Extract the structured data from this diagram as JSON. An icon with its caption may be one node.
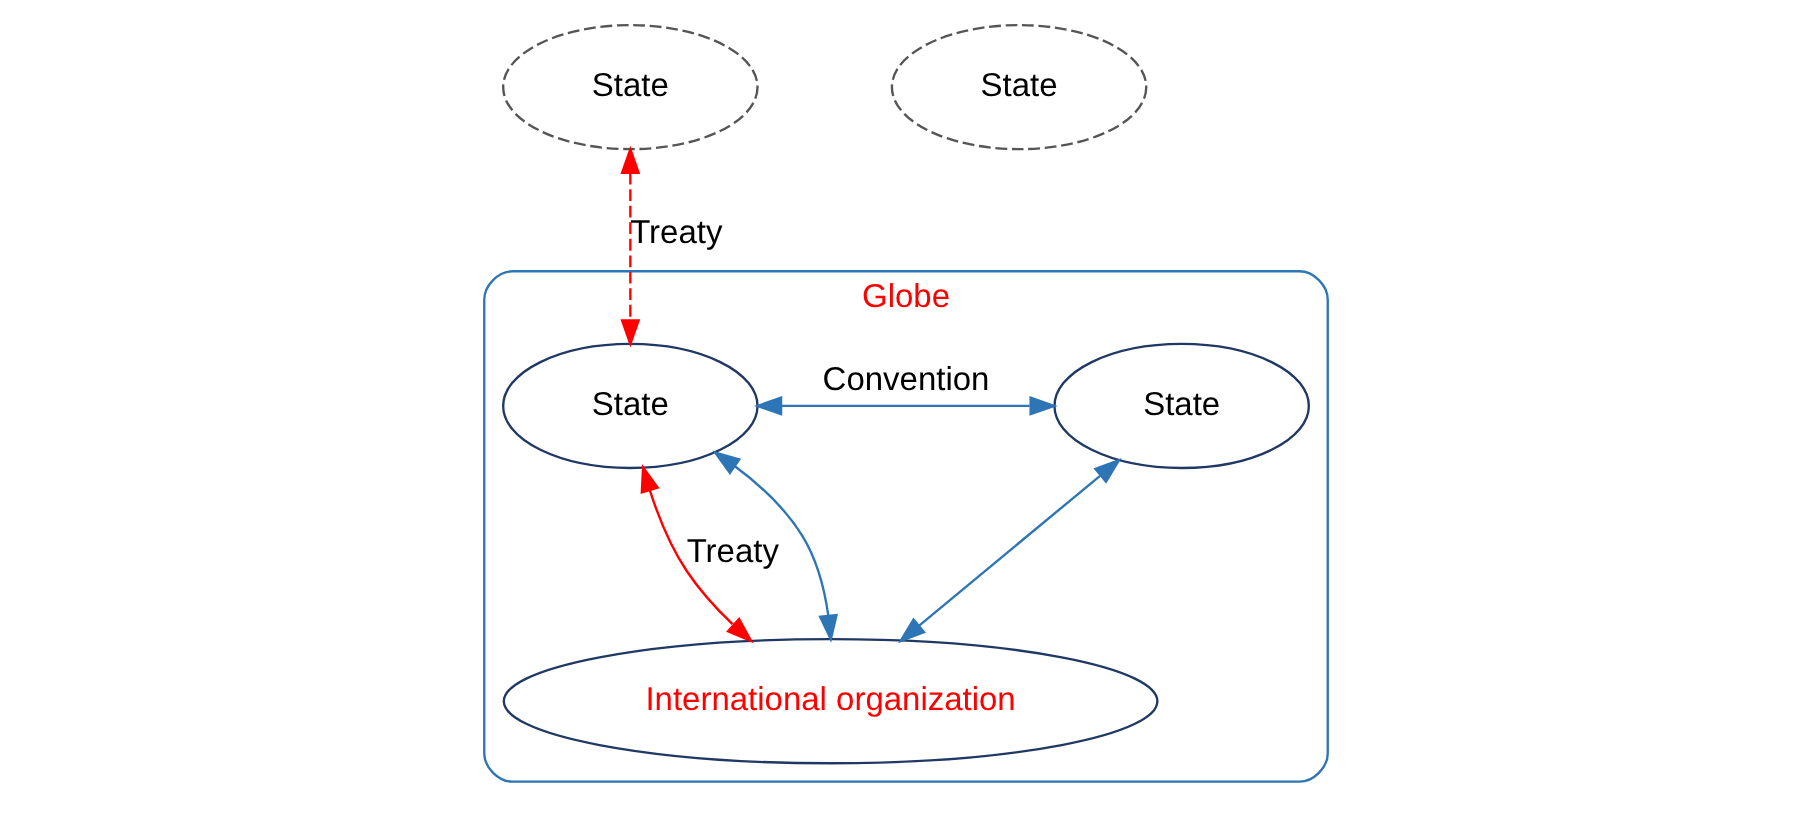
{
  "diagram": {
    "nodes": [
      {
        "text": [
          "Globe"
        ]
      },
      {
        "text": [
          "International organization"
        ],
        "in": 0
      },
      {
        "text": [
          "State"
        ]
      },
      {
        "text": [
          "State"
        ],
        "in": 0
      },
      {
        "text": [
          "State"
        ],
        "in": 0
      },
      {
        "text": [
          "State"
        ]
      }
    ],
    "edges": [
      {
        "from": 3,
        "to": 1,
        "arrow": "both",
        "label": "Treaty",
        "color": "#ff0000"
      },
      {
        "from": 2,
        "to": 3,
        "arrow": "both",
        "label": "Treaty",
        "style": "dashed",
        "color": "#ff0000"
      },
      {
        "from": 3,
        "to": 4,
        "arrow": "both",
        "label": "Convention",
        "color": "#2e75b6"
      },
      {
        "from": 3,
        "to": 1,
        "arrow": "both",
        "color": "#2e75b6"
      },
      {
        "from": 4,
        "to": 1,
        "arrow": "both",
        "color": "#2e75b6"
      }
    ]
  }
}
